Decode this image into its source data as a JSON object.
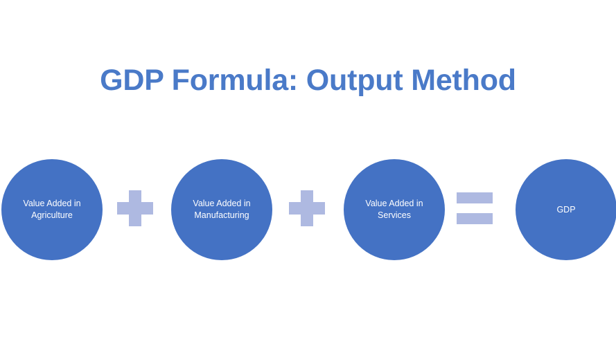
{
  "slide": {
    "background_color": "#ffffff",
    "title": "GDP Formula: Output Method",
    "title_color": "#4a7ac8"
  },
  "diagram": {
    "type": "formula-flow",
    "circle_color": "#4472c4",
    "circle_text_color": "#ffffff",
    "operator_color": "#aeb9e1",
    "terms": [
      {
        "label": "Value Added in Agriculture",
        "name": "agriculture"
      },
      {
        "label": "Value Added in Manufacturing",
        "name": "manufacturing"
      },
      {
        "label": "Value Added in Services",
        "name": "services"
      },
      {
        "label": "GDP",
        "name": "gdp"
      }
    ],
    "operators": [
      {
        "symbol": "+",
        "name": "plus"
      },
      {
        "symbol": "+",
        "name": "plus"
      },
      {
        "symbol": "=",
        "name": "equals"
      }
    ]
  }
}
